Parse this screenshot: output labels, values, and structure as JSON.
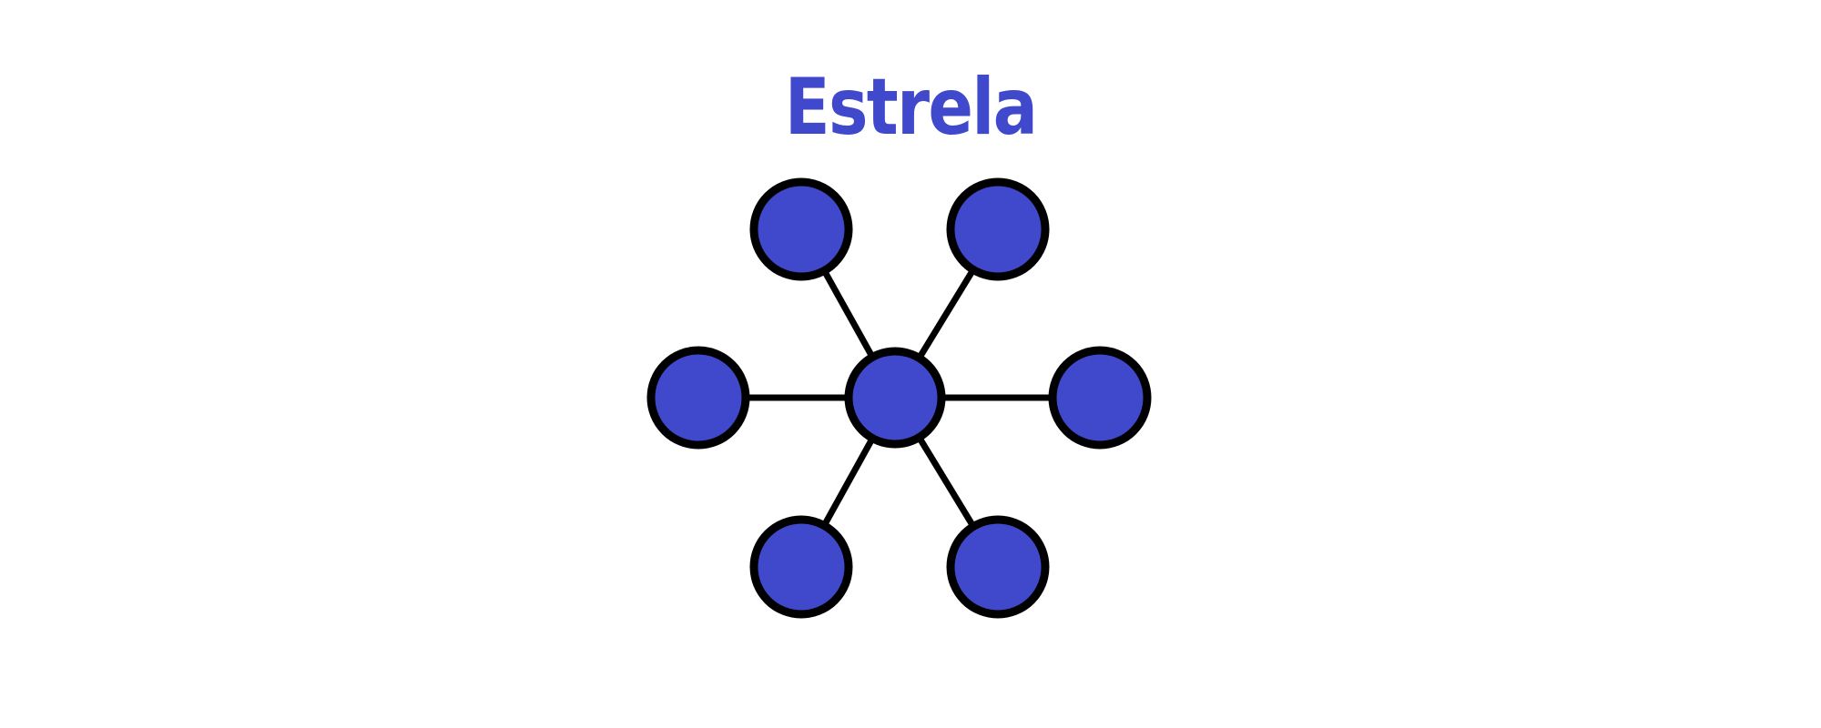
{
  "title": "Estrela",
  "colors": {
    "node_fill": "#4049cc",
    "outline": "#000000",
    "title": "#4049cc",
    "background": "#ffffff"
  },
  "topology": {
    "hub": "center",
    "nodes": [
      "top-left",
      "top-right",
      "left",
      "right",
      "bottom-left",
      "bottom-right"
    ],
    "edges": [
      [
        "center",
        "top-left"
      ],
      [
        "center",
        "top-right"
      ],
      [
        "center",
        "left"
      ],
      [
        "center",
        "right"
      ],
      [
        "center",
        "bottom-left"
      ],
      [
        "center",
        "bottom-right"
      ]
    ]
  }
}
